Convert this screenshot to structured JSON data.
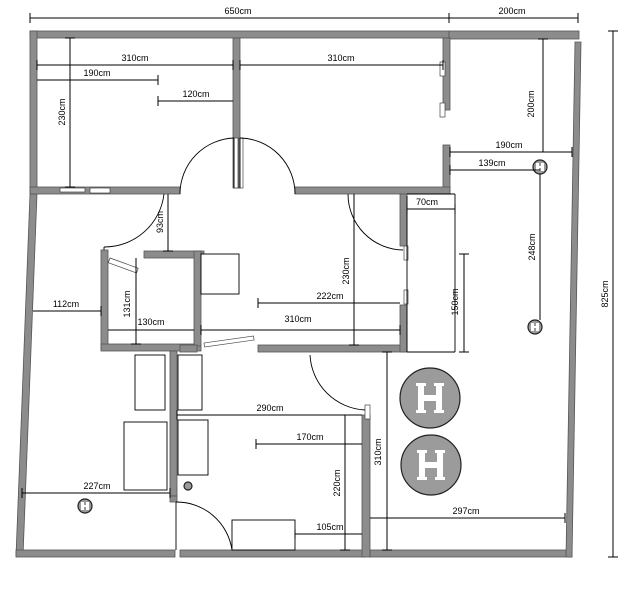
{
  "plan": {
    "overall": {
      "width": "650cm",
      "annex": "200cm",
      "height": "825cm"
    },
    "north_rooms": {
      "left_width": "310cm",
      "right_width": "310cm",
      "left_inner": "190cm",
      "left_closet": "120cm",
      "depth": "230cm"
    },
    "annex": {
      "depth": "200cm",
      "width": "190cm",
      "offset": "139cm",
      "length": "248cm"
    },
    "core": {
      "stair_depth": "93cm",
      "side_gap": "112cm",
      "room_depth": "131cm",
      "room_width": "130cm",
      "hall_length": "222cm",
      "hall_total": "310cm",
      "hall_depth": "230cm",
      "niche": "70cm",
      "niche_depth": "150cm"
    },
    "south": {
      "room_width": "290cm",
      "inner": "170cm",
      "room_depth": "220cm",
      "left_gap": "227cm",
      "shelf": "105cm",
      "yard_depth": "310cm",
      "yard_width": "297cm"
    }
  }
}
